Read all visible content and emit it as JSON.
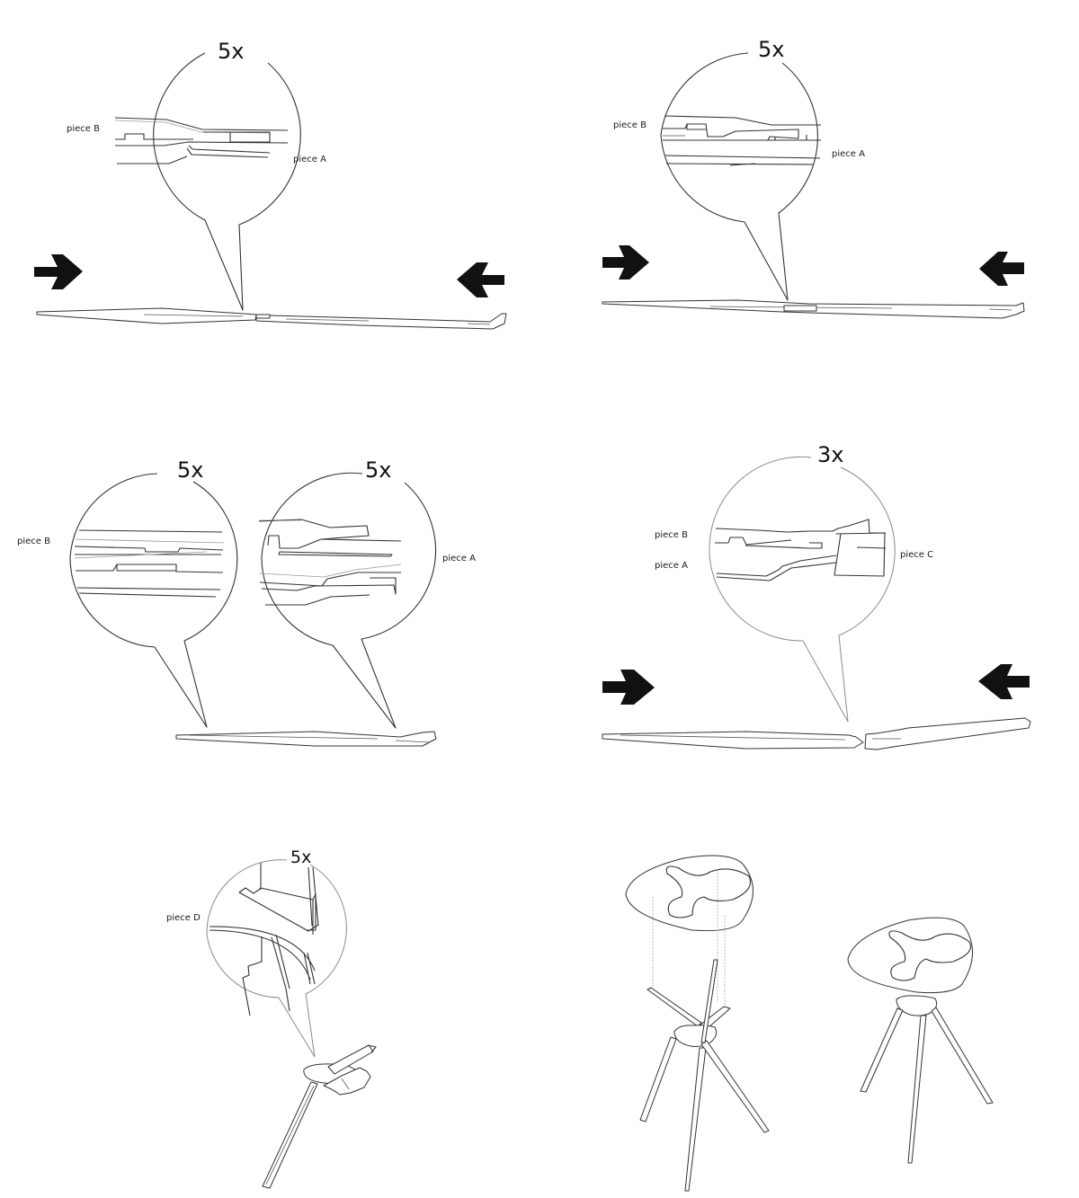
{
  "figure": {
    "type": "assembly-instructions",
    "panels": [
      {
        "id": "step-1",
        "magnification": "5x",
        "labels": [
          "piece B",
          "piece A"
        ],
        "arrows": [
          "push-right",
          "push-left"
        ]
      },
      {
        "id": "step-2",
        "magnification": "5x",
        "labels": [
          "piece B",
          "piece A"
        ],
        "arrows": [
          "push-right",
          "push-left"
        ]
      },
      {
        "id": "step-3",
        "magnifications": [
          "5x",
          "5x"
        ],
        "labels": [
          "piece B",
          "piece A"
        ]
      },
      {
        "id": "step-4",
        "magnification": "3x",
        "labels": [
          "piece B",
          "piece A",
          "piece C"
        ],
        "arrows": [
          "push-right",
          "push-left"
        ]
      },
      {
        "id": "step-5",
        "magnification": "5x",
        "labels": [
          "piece D"
        ]
      },
      {
        "id": "step-6",
        "caption": "",
        "views": [
          "exploded-stool",
          "assembled-stool"
        ]
      }
    ]
  },
  "p1": {
    "mag": "5x",
    "label_b": "piece B",
    "label_a": "piece A"
  },
  "p2": {
    "mag": "5x",
    "label_b": "piece B",
    "label_a": "piece A"
  },
  "p3": {
    "mag_left": "5x",
    "mag_right": "5x",
    "label_b": "piece B",
    "label_a": "piece A"
  },
  "p4": {
    "mag": "3x",
    "label_b": "piece B",
    "label_a": "piece A",
    "label_c": "piece C"
  },
  "p5": {
    "mag": "5x",
    "label_d": "piece D"
  },
  "colors": {
    "line": "#333333",
    "arrow": "#111111",
    "background": "#ffffff"
  }
}
